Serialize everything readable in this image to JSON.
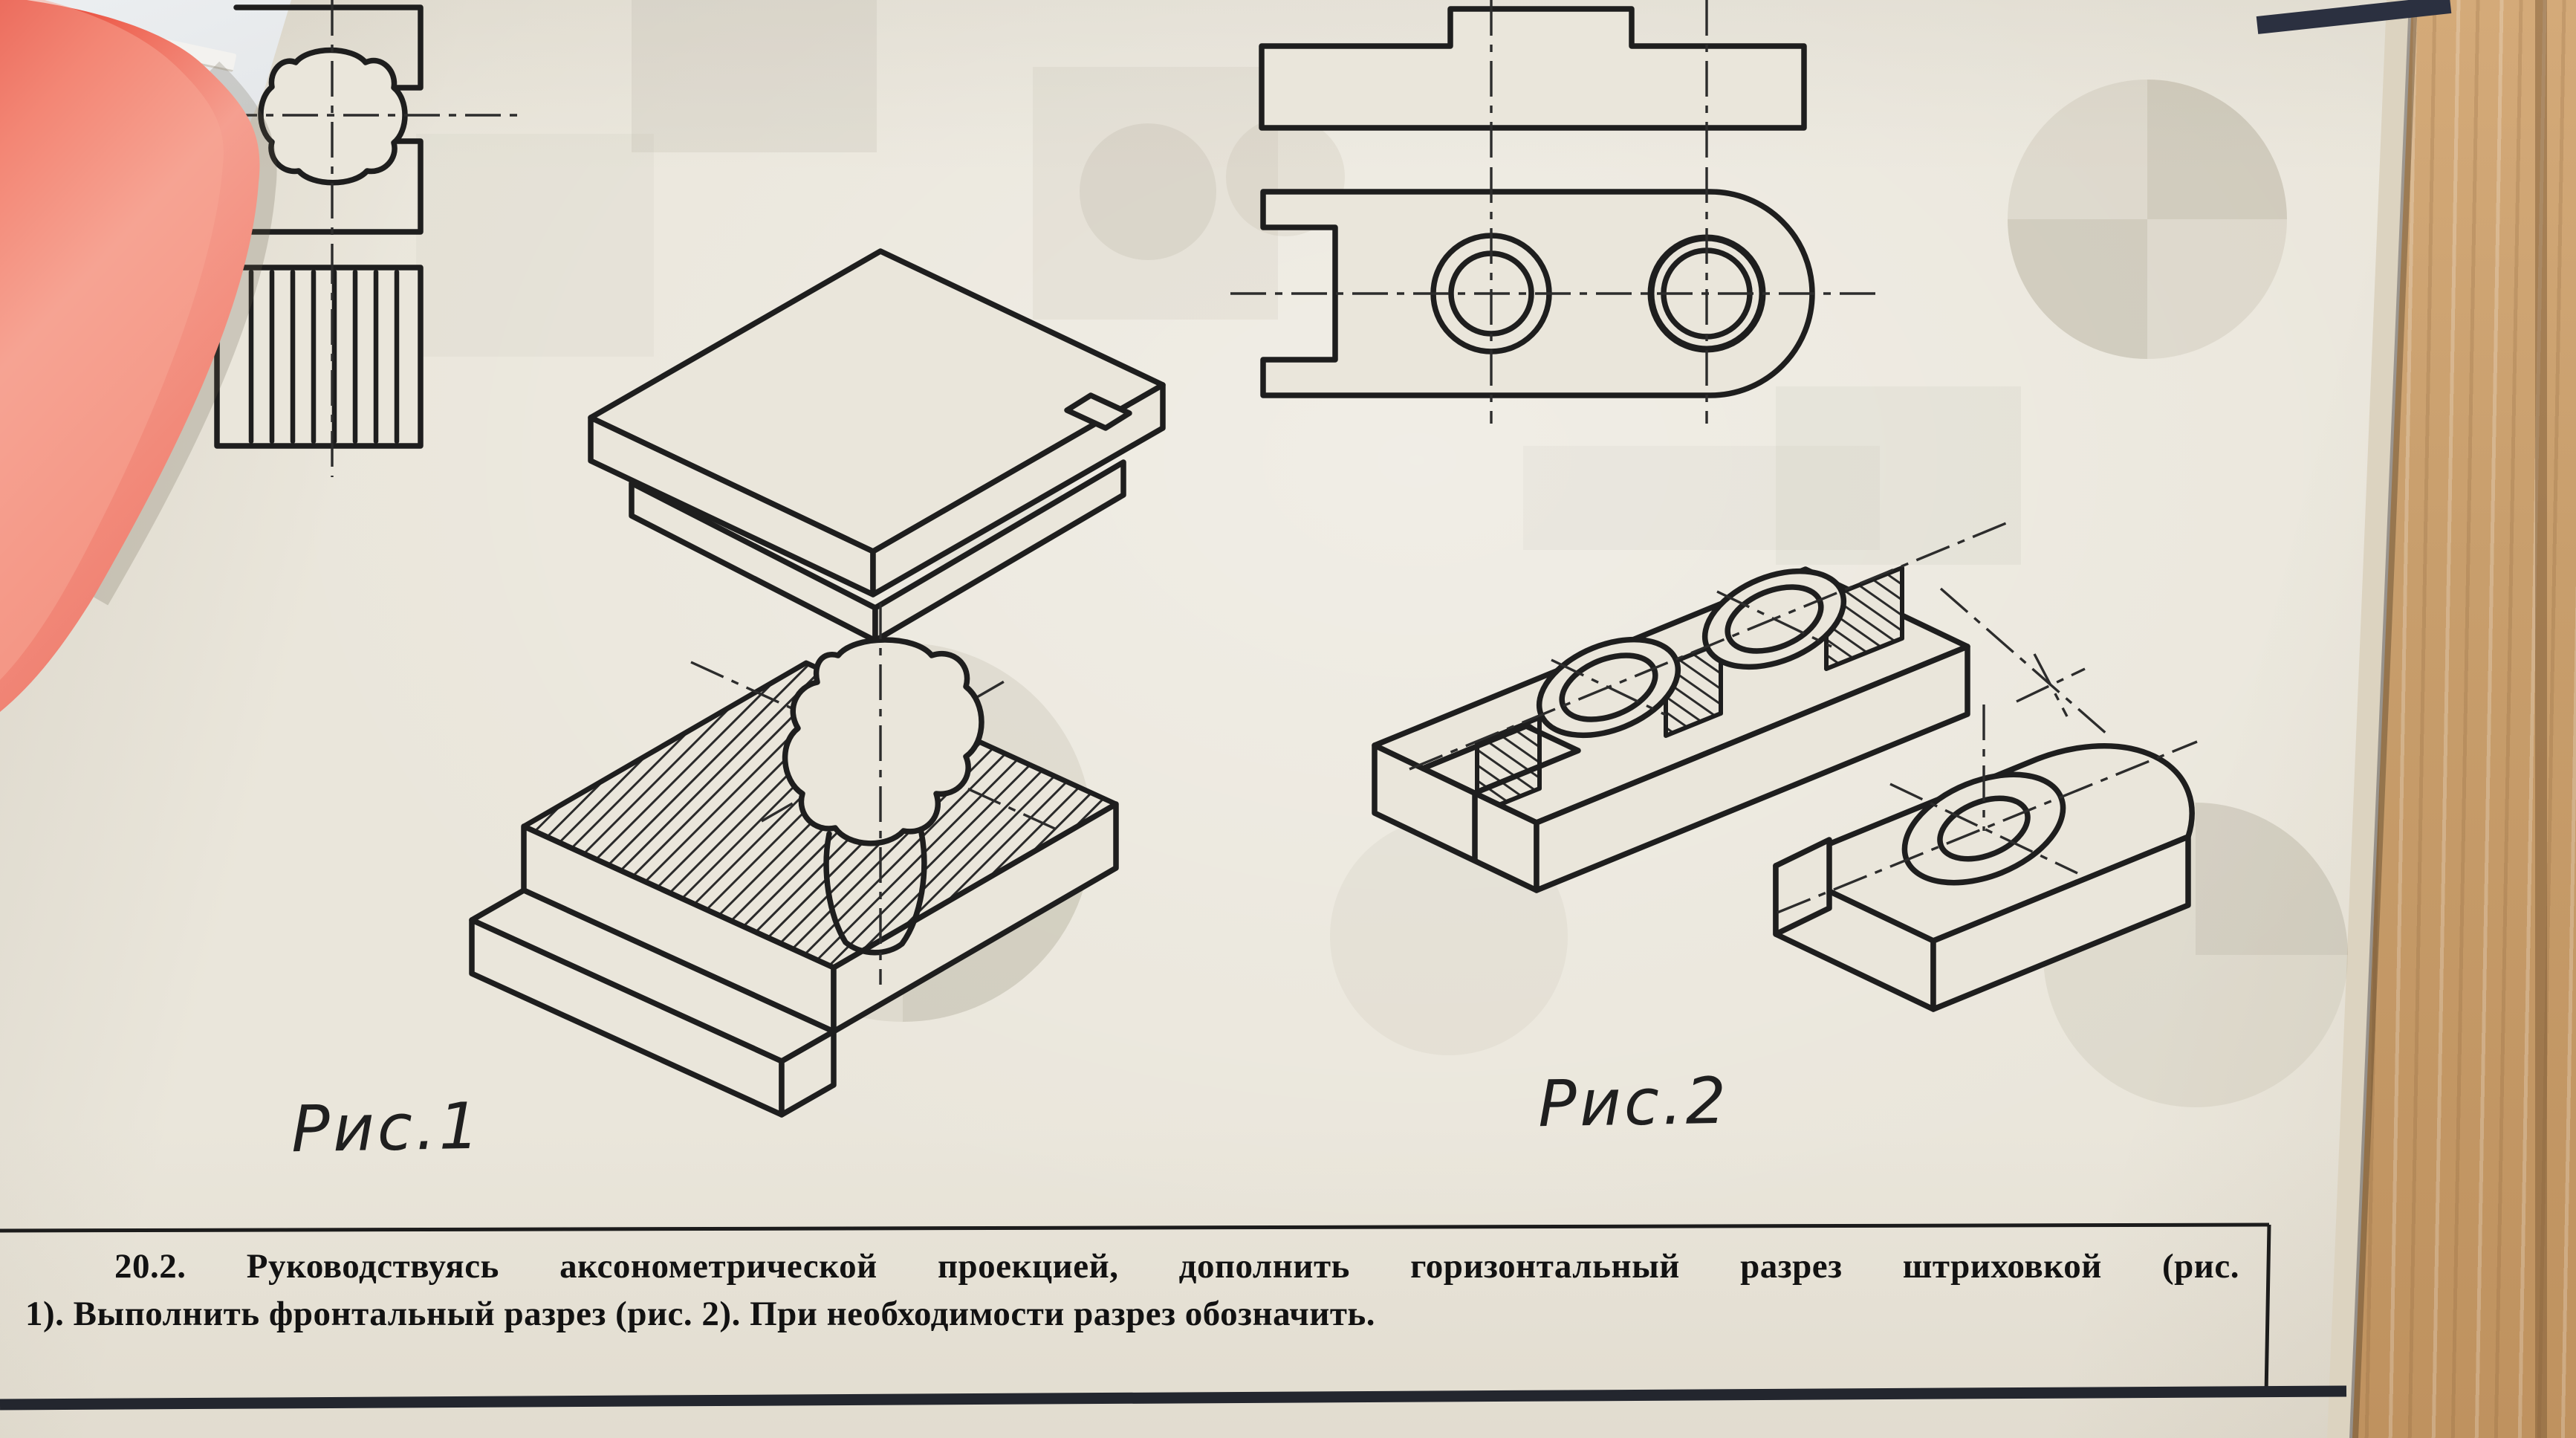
{
  "scene": {
    "description": "Photograph of an engineering-drawing textbook page on a wooden desk, partly overlapped by a red book cover; page shows orthographic views and two axonometric section figures with an exercise text",
    "colors": {
      "paper": "#eae6db",
      "ink": "#1e1e1e",
      "wood": "#c89e6c",
      "red_cover": "#ee6453",
      "table": "#d6d8db",
      "frame": "#23262e"
    }
  },
  "figures": {
    "fig1": {
      "label": "Рис.1"
    },
    "fig2": {
      "label": "Рис.2"
    }
  },
  "task": {
    "line1": "20.2. Руководствуясь аксонометрической проекцией, дополнить горизонтальный разрез штриховкой (рис.",
    "line2": "1). Выполнить фронтальный разрез (рис. 2). При необходимости разрез обозначить."
  }
}
